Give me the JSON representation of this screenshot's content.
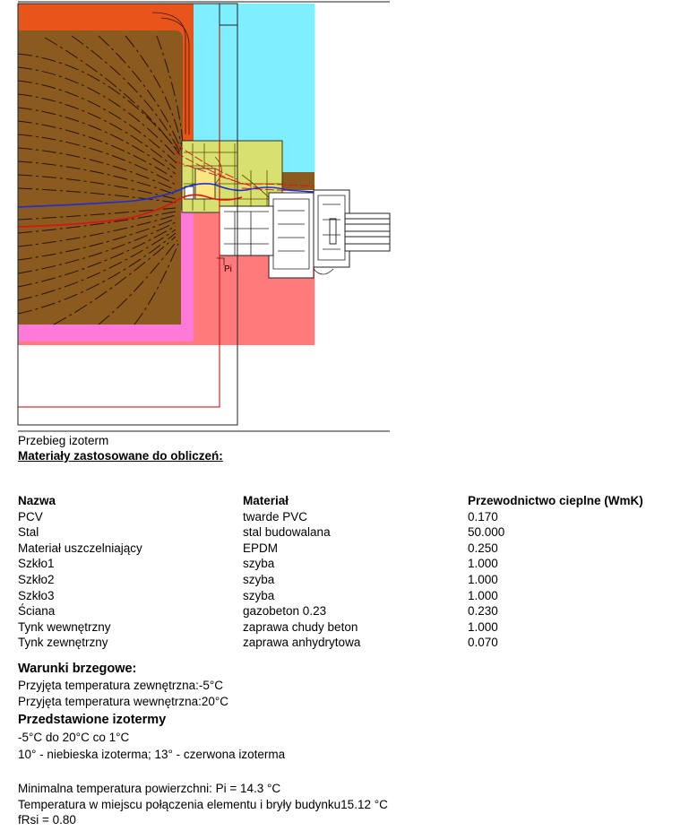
{
  "diagram": {
    "point_label": "Pi",
    "colors": {
      "wall": "#8b5a1e",
      "exterior_plaster": "#e8541a",
      "interior_plaster": "#ff7ad8",
      "exterior_air": "#7fefff",
      "interior_air": "#ff7b7b",
      "window_frame": "#d8e070",
      "glass": "#ffe680",
      "blue_isotherm": "#1b2fd6",
      "red_isotherm": "#e01010"
    }
  },
  "caption": "Przebieg izoterm",
  "materials_heading": "Materiały zastosowane do obliczeń:",
  "table": {
    "headers": [
      "Nazwa",
      "Materiał",
      "Przewodnictwo cieplne (WmK)"
    ],
    "rows": [
      [
        "PCV",
        "twarde PVC",
        "0.170"
      ],
      [
        "Stal",
        "stal budowalana",
        "50.000"
      ],
      [
        "Materiał uszczelniający",
        "EPDM",
        "0.250"
      ],
      [
        "Szkło1",
        "szyba",
        "1.000"
      ],
      [
        "Szkło2",
        "szyba",
        "1.000"
      ],
      [
        "Szkło3",
        "szyba",
        "1.000"
      ],
      [
        "Ściana",
        "gazobeton 0.23",
        "0.230"
      ],
      [
        "Tynk wewnętrzny",
        "zaprawa chudy beton",
        "1.000"
      ],
      [
        "Tynk zewnętrzny",
        "zaprawa anhydrytowa",
        "0.070"
      ]
    ]
  },
  "boundary_heading": "Warunki brzegowe:",
  "boundary_lines": [
    "Przyjęta temperatura zewnętrzna:-5°C",
    "Przyjęta temperatura wewnętrzna:20°C"
  ],
  "isotherm_heading": "Przedstawione izotermy",
  "isotherm_lines": [
    "-5°C do 20°C co 1°C",
    "10° - niebieska izoterma; 13° - czerwona izoterma"
  ],
  "result_lines": [
    "Minimalna temperatura powierzchni: Pi = 14.3 °C",
    "Temperatura w miejscu połączenia elementu i bryły budynku15.12 °C",
    "fRsi = 0.80"
  ]
}
